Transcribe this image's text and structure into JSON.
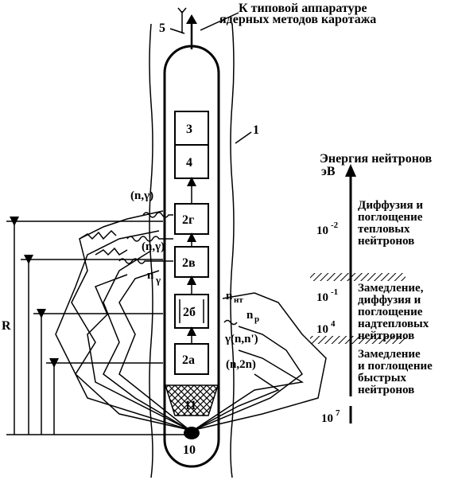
{
  "top_caption": {
    "line1": "К типовой аппаратуре",
    "line2": "ядерных методов каротажа"
  },
  "callouts": {
    "cable": "5",
    "borehole_wall": "1",
    "radius": "R",
    "source": "10",
    "shield": "11"
  },
  "blocks": [
    {
      "id": "3",
      "label": "3"
    },
    {
      "id": "4",
      "label": "4"
    },
    {
      "id": "2g",
      "label": "2г"
    },
    {
      "id": "2v",
      "label": "2в"
    },
    {
      "id": "2b",
      "label": "2б"
    },
    {
      "id": "2a",
      "label": "2а"
    }
  ],
  "reactions": {
    "n_gamma_top": "(n,γ)",
    "n_gamma_mid": "(n,γ)",
    "n_gamma_low": "n",
    "n_gamma_low_sub": "γ",
    "n_nt_main": "n",
    "n_nt_sub": "нт",
    "n_p_main": "n",
    "n_p_sub": "р",
    "n_n_prime": "γ(n,n')",
    "n_2n": "(n,2n)"
  },
  "energy_scale": {
    "title": "Энергия нейтронов",
    "unit": "эВ",
    "ticks": [
      {
        "base": "10",
        "exp": "-2"
      },
      {
        "base": "10",
        "exp": "-1"
      },
      {
        "base": "10",
        "exp": "4"
      },
      {
        "base": "10",
        "exp": "7"
      }
    ],
    "zones": [
      {
        "lines": [
          "Диффузия и",
          "поглощение",
          "тепловых",
          "нейтронов"
        ]
      },
      {
        "lines": [
          "Замедление,",
          "диффузия и",
          "поглощение",
          "надтепловых",
          "нейтронов"
        ]
      },
      {
        "lines": [
          "Замедление",
          "и поглощение",
          "быстрых",
          "нейтронов"
        ]
      }
    ]
  }
}
